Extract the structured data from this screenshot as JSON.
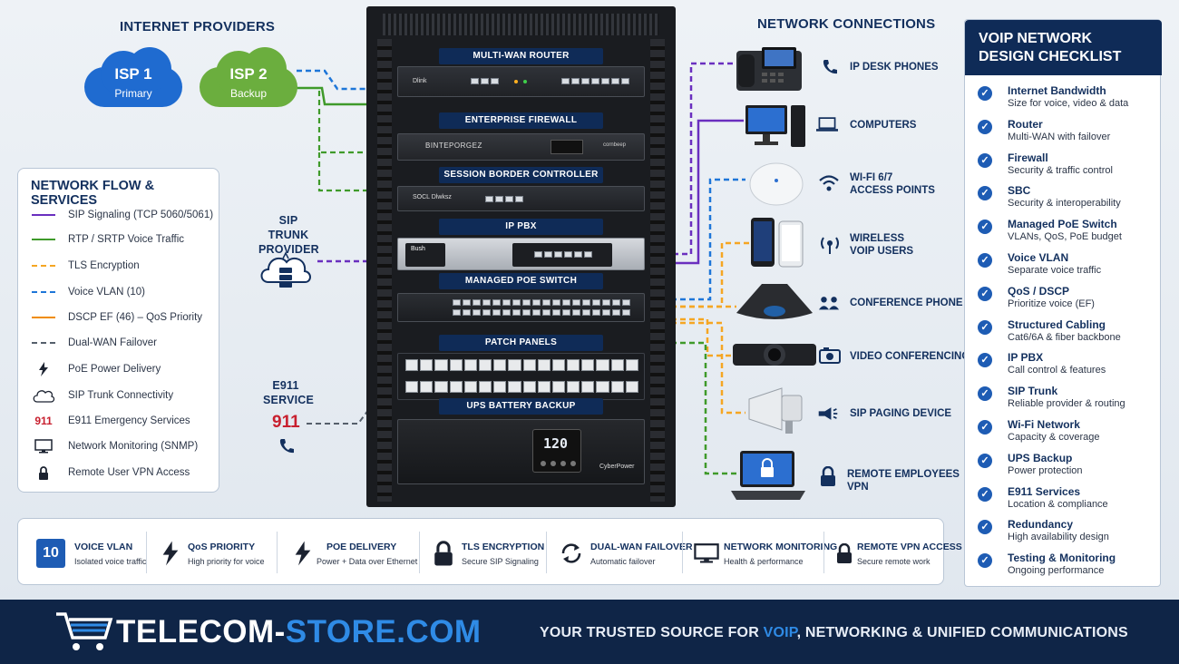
{
  "isp": {
    "title": "INTERNET PROVIDERS",
    "isp1": {
      "name": "ISP 1",
      "sub": "Primary"
    },
    "isp2": {
      "name": "ISP 2",
      "sub": "Backup"
    }
  },
  "legend": {
    "title": "NETWORK FLOW & SERVICES",
    "items": [
      {
        "label": "SIP Signaling (TCP 5060/5061)",
        "color": "#6a2fbf",
        "style": "solid"
      },
      {
        "label": "RTP / SRTP Voice Traffic",
        "color": "#3f9a2a",
        "style": "solid"
      },
      {
        "label": "TLS Encryption",
        "color": "#f5a623",
        "style": "dashed"
      },
      {
        "label": "Voice VLAN (10)",
        "color": "#1e76d8",
        "style": "dashed"
      },
      {
        "label": "DSCP EF (46) – QoS Priority",
        "color": "#f08c00",
        "style": "solid"
      },
      {
        "label": "Dual-WAN Failover",
        "color": "#555f6b",
        "style": "dashed"
      },
      {
        "label": "PoE Power Delivery",
        "icon": "bolt-icon"
      },
      {
        "label": "SIP Trunk Connectivity",
        "icon": "cloud-icon"
      },
      {
        "label": "E911 Emergency Services",
        "icon": "911-text",
        "icon_text": "911"
      },
      {
        "label": "Network Monitoring (SNMP)",
        "icon": "monitor-icon"
      },
      {
        "label": "Remote User VPN Access",
        "icon": "lock-icon"
      }
    ]
  },
  "rack": {
    "labels": {
      "router": "MULTI-WAN ROUTER",
      "firewall": "ENTERPRISE FIREWALL",
      "sbc": "SESSION BORDER CONTROLLER",
      "pbx": "IP PBX",
      "switch": "MANAGED POE SWITCH",
      "patch": "PATCH PANELS",
      "ups": "UPS BATTERY BACKUP"
    },
    "device_text": {
      "router_brand": "Dlink",
      "firewall_brand": "BINTEPORGEZ",
      "firewall_side": "cornbeep",
      "sbc_brand": "SOCL Dlwksz",
      "pbx_brand": "Bush",
      "ups_display": "120",
      "ups_brand": "CyberPower"
    }
  },
  "sip_trunk": {
    "title_line1": "SIP TRUNK",
    "title_line2": "PROVIDER"
  },
  "e911": {
    "title_line1": "E911",
    "title_line2": "SERVICE",
    "number": "911"
  },
  "connections": {
    "title": "NETWORK CONNECTIONS",
    "items": [
      {
        "label1": "IP DESK PHONES",
        "label2": "",
        "icon": "phone-icon"
      },
      {
        "label1": "COMPUTERS",
        "label2": "",
        "icon": "laptop-icon"
      },
      {
        "label1": "WI-FI 6/7",
        "label2": "ACCESS POINTS",
        "icon": "wifi-icon"
      },
      {
        "label1": "WIRELESS",
        "label2": "VOIP USERS",
        "icon": "antenna-icon"
      },
      {
        "label1": "CONFERENCE PHONE",
        "label2": "",
        "icon": "group-icon"
      },
      {
        "label1": "VIDEO CONFERENCING",
        "label2": "",
        "icon": "camera-icon"
      },
      {
        "label1": "SIP PAGING DEVICE",
        "label2": "",
        "icon": "megaphone-icon"
      },
      {
        "label1": "REMOTE EMPLOYEES",
        "label2": "VPN",
        "icon": "lock-icon"
      }
    ]
  },
  "checklist": {
    "title_line1": "VOIP NETWORK",
    "title_line2": "DESIGN CHECKLIST",
    "items": [
      {
        "title": "Internet Bandwidth",
        "sub": "Size for voice, video & data"
      },
      {
        "title": "Router",
        "sub": "Multi-WAN with failover"
      },
      {
        "title": "Firewall",
        "sub": "Security & traffic control"
      },
      {
        "title": "SBC",
        "sub": "Security & interoperability"
      },
      {
        "title": "Managed PoE Switch",
        "sub": "VLANs, QoS, PoE budget"
      },
      {
        "title": "Voice VLAN",
        "sub": "Separate voice traffic"
      },
      {
        "title": "QoS / DSCP",
        "sub": "Prioritize voice (EF)"
      },
      {
        "title": "Structured Cabling",
        "sub": "Cat6/6A & fiber backbone"
      },
      {
        "title": "IP PBX",
        "sub": "Call control & features"
      },
      {
        "title": "SIP Trunk",
        "sub": "Reliable provider & routing"
      },
      {
        "title": "Wi-Fi Network",
        "sub": "Capacity & coverage"
      },
      {
        "title": "UPS Backup",
        "sub": "Power protection"
      },
      {
        "title": "E911 Services",
        "sub": "Location & compliance"
      },
      {
        "title": "Redundancy",
        "sub": "High availability design"
      },
      {
        "title": "Testing & Monitoring",
        "sub": "Ongoing performance"
      }
    ]
  },
  "features": [
    {
      "title": "VOICE VLAN",
      "sub": "Isolated voice traffic",
      "icon": "vlan-10-icon",
      "icon_text": "10"
    },
    {
      "title": "QoS PRIORITY",
      "sub": "High priority for voice",
      "icon": "bolt-icon"
    },
    {
      "title": "POE DELIVERY",
      "sub": "Power + Data over Ethernet",
      "icon": "bolt-icon"
    },
    {
      "title": "TLS ENCRYPTION",
      "sub": "Secure SIP Signaling",
      "icon": "lock-icon"
    },
    {
      "title": "DUAL-WAN FAILOVER",
      "sub": "Automatic failover",
      "icon": "refresh-icon"
    },
    {
      "title": "NETWORK MONITORING",
      "sub": "Health & performance",
      "icon": "monitor-icon"
    },
    {
      "title": "REMOTE VPN ACCESS",
      "sub": "Secure remote work",
      "icon": "lock-icon"
    }
  ],
  "footer": {
    "brand_part1": "TELECOM-",
    "brand_part2": "STORE.COM",
    "tag_part1": "YOUR TRUSTED SOURCE FOR ",
    "tag_accent": "VOIP",
    "tag_part2": ", NETWORKING & UNIFIED COMMUNICATIONS"
  },
  "colors": {
    "navy": "#0f2b57",
    "sip": "#6a2fbf",
    "rtp": "#3f9a2a",
    "tls": "#f5a623",
    "vlan": "#1e76d8",
    "dscp": "#f08c00",
    "failover": "#555f6b",
    "e911_red": "#c8202f"
  }
}
